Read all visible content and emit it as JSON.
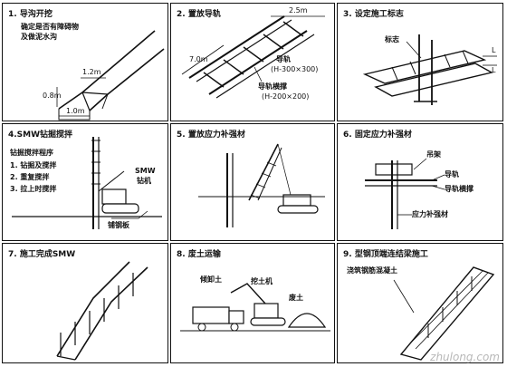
{
  "panels": [
    {
      "title": "1. 导沟开挖",
      "labels": [
        "确定是否有障碍物",
        "及做泥水沟",
        "1.2m",
        "0.8m",
        "1.0m"
      ]
    },
    {
      "title": "2. 置放导轨",
      "labels": [
        "2.5m",
        "7.0m",
        "导轨",
        "(H-300×300)",
        "导轨横撑",
        "(H-200×200)"
      ]
    },
    {
      "title": "3. 设定施工标志",
      "labels": [
        "标志",
        "L",
        "L"
      ]
    },
    {
      "title": "4.SMW钻掘搅拌",
      "labels": [
        "钻掘搅拌程序",
        "1. 钻掘及搅拌",
        "2. 重复搅拌",
        "3. 拉上时搅拌",
        "SMW",
        "钻机",
        "铺钢板"
      ]
    },
    {
      "title": "5. 置放应力补强材",
      "labels": []
    },
    {
      "title": "6. 固定应力补强材",
      "labels": [
        "吊架",
        "导轨",
        "导轨横撑",
        "应力补强材"
      ]
    },
    {
      "title": "7. 施工完成SMW",
      "labels": []
    },
    {
      "title": "8. 废土运输",
      "labels": [
        "倾卸土",
        "挖土机",
        "废土"
      ]
    },
    {
      "title": "9. 型钢顶端连结梁施工",
      "labels": [
        "浇筑钢筋混凝土"
      ]
    }
  ],
  "watermark": "zhulong.com"
}
